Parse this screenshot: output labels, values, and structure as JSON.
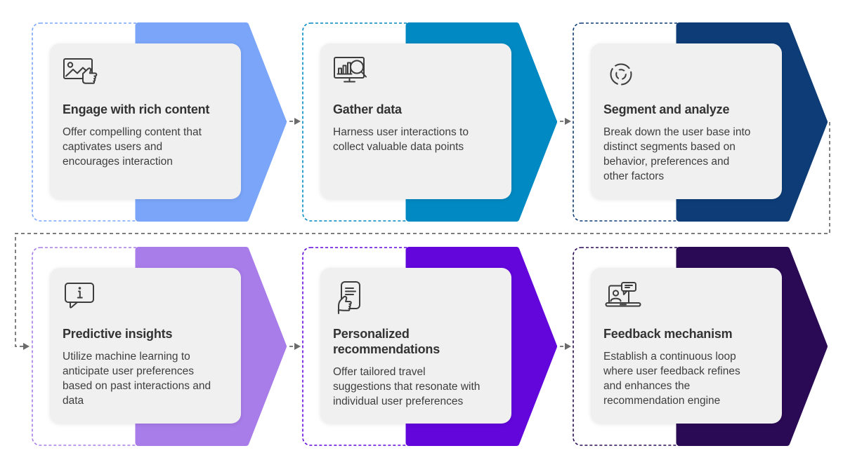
{
  "diagram": {
    "background": "#ffffff",
    "card_background": "#f0f0f1",
    "connector_color": "#6b6b6b",
    "text_color": "#333333",
    "steps": [
      {
        "title": "Engage with rich content",
        "description": "Offer compelling content that captivates users and encourages interaction",
        "icon": "image-thumbs-up-icon",
        "color": "#7aa5f8"
      },
      {
        "title": "Gather data",
        "description": "Harness user interactions to collect valuable data points",
        "icon": "monitor-chart-search-icon",
        "color": "#0089c2"
      },
      {
        "title": "Segment and analyze",
        "description": "Break down the user base into distinct segments based on behavior, preferences and other factors",
        "icon": "donut-chart-icon",
        "color": "#0d3c77"
      },
      {
        "title": "Predictive insights",
        "description": "Utilize machine learning to anticipate user preferences based on past interactions and data",
        "icon": "info-speech-bubble-icon",
        "color": "#a87ce9"
      },
      {
        "title": "Personalized recommendations",
        "description": "Offer tailored travel suggestions that resonate with individual user preferences",
        "icon": "document-thumbs-up-icon",
        "color": "#6206dc"
      },
      {
        "title": "Feedback mechanism",
        "description": "Establish a continuous loop where user feedback refines and enhances the recommendation engine",
        "icon": "laptop-feedback-icon",
        "color": "#2a0a55"
      }
    ]
  }
}
